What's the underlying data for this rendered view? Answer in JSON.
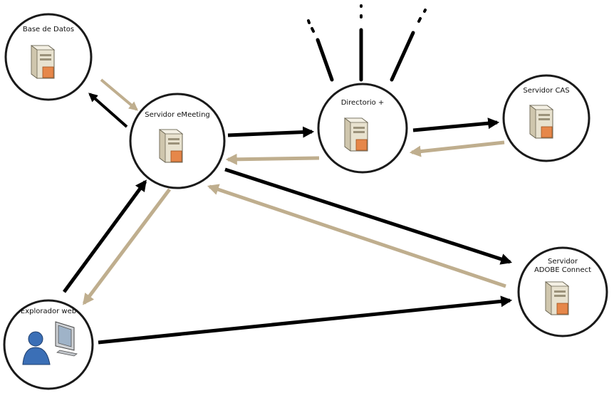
{
  "colors": {
    "request_arrow": "#000000",
    "response_arrow": "#bfae8e",
    "server_body": "#e8e2cf",
    "server_badge": "#e6874a",
    "user_icon": "#3b6fb6"
  },
  "nodes": {
    "database": {
      "label": "Base de Datos",
      "icon": "server-icon"
    },
    "emeeting": {
      "label": "Servidor eMeeting",
      "icon": "server-icon"
    },
    "directory": {
      "label": "Directorio +",
      "icon": "server-icon"
    },
    "cas": {
      "label": "Servidor CAS",
      "icon": "server-icon"
    },
    "adobe": {
      "label_line1": "Servidor",
      "label_line2": "ADOBE Connect",
      "icon": "server-icon"
    },
    "browser": {
      "label": "Explorador web",
      "icon": "user-computer-icon"
    }
  }
}
